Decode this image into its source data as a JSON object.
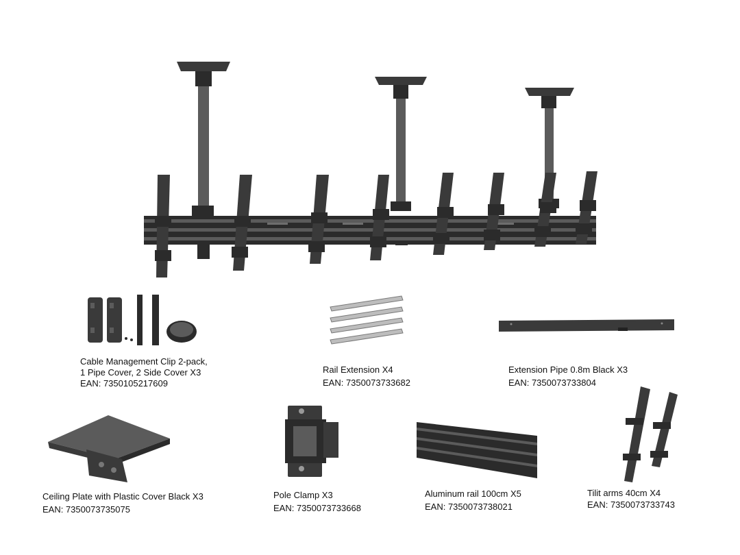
{
  "parts": [
    {
      "id": "cable-clip",
      "lines": [
        "Cable Management Clip 2-pack,",
        "1 Pipe Cover, 2 Side Cover X3"
      ],
      "ean": "EAN: 7350105217609"
    },
    {
      "id": "rail-extension",
      "lines": [
        "Rail Extension X4"
      ],
      "ean": "EAN: 7350073733682"
    },
    {
      "id": "extension-pipe",
      "lines": [
        "Extension Pipe 0.8m Black X3"
      ],
      "ean": "EAN: 7350073733804"
    },
    {
      "id": "ceiling-plate",
      "lines": [
        "Ceiling Plate with Plastic Cover Black X3"
      ],
      "ean": "EAN: 7350073735075"
    },
    {
      "id": "pole-clamp",
      "lines": [
        "Pole Clamp X3"
      ],
      "ean": "EAN: 7350073733668"
    },
    {
      "id": "aluminum-rail",
      "lines": [
        "Aluminum rail 100cm X5"
      ],
      "ean": "EAN: 7350073738021"
    },
    {
      "id": "tilt-arms",
      "lines": [
        "Tilit arms 40cm X4"
      ],
      "ean": "EAN: 7350073733743"
    }
  ]
}
